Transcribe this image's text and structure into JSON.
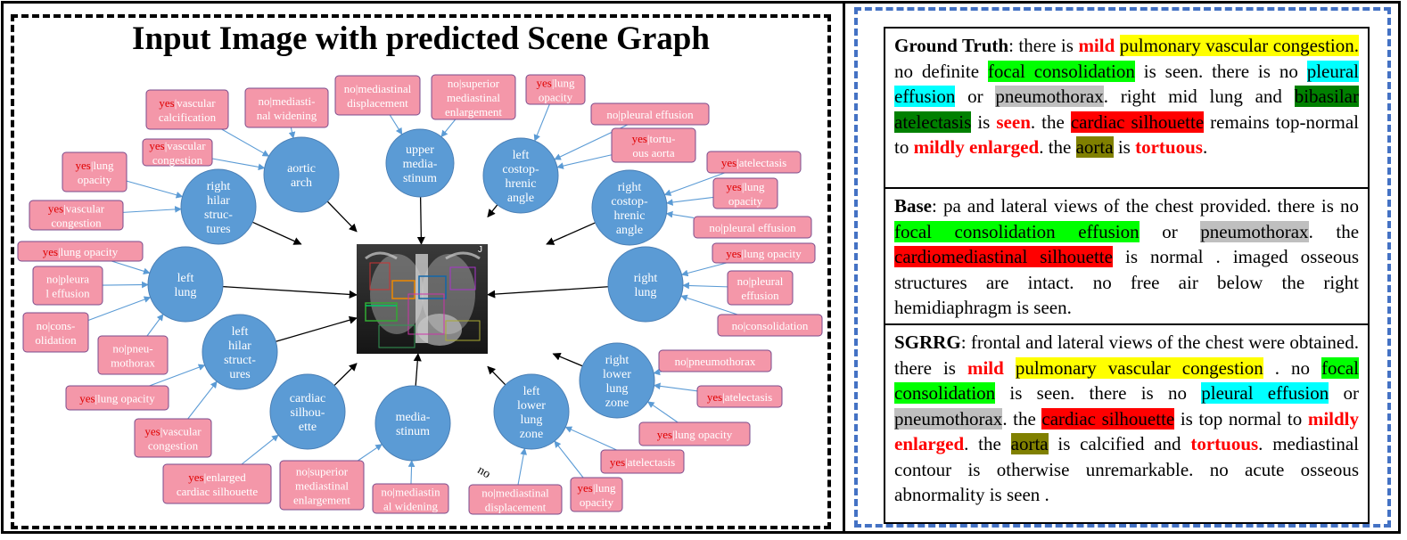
{
  "title": "Input Image with predicted Scene Graph",
  "colors": {
    "node": "#5b9bd5",
    "attr_box": "#f497a9",
    "attr_border": "#7a4b8c",
    "yes_text": "#e00000",
    "frame_blue": "#4472c4"
  },
  "image_node": {
    "icon": "chest-xray-image"
  },
  "nodes": [
    {
      "id": "aortic-arch",
      "lines": [
        "aortic",
        "arch"
      ]
    },
    {
      "id": "upper-mediastinum",
      "lines": [
        "upper",
        "media-",
        "stinum"
      ]
    },
    {
      "id": "left-costophrenic-angle",
      "lines": [
        "left",
        "costop-",
        "hrenic",
        "angle"
      ]
    },
    {
      "id": "right-hilar-structures",
      "lines": [
        "right",
        "hilar",
        "struc-",
        "tures"
      ]
    },
    {
      "id": "right-costophrenic-angle",
      "lines": [
        "right",
        "costop-",
        "hrenic",
        "angle"
      ]
    },
    {
      "id": "left-lung",
      "lines": [
        "left",
        "lung"
      ]
    },
    {
      "id": "right-lung",
      "lines": [
        "right",
        "lung"
      ]
    },
    {
      "id": "left-hilar-structures",
      "lines": [
        "left",
        "hilar",
        "struct-",
        "ures"
      ]
    },
    {
      "id": "right-lower-lung-zone",
      "lines": [
        "right",
        "lower",
        "lung",
        "zone"
      ]
    },
    {
      "id": "cardiac-silhouette",
      "lines": [
        "cardiac",
        "silhou-",
        "ette"
      ]
    },
    {
      "id": "mediastinum",
      "lines": [
        "media-",
        "stinum"
      ]
    },
    {
      "id": "left-lower-lung-zone",
      "lines": [
        "left",
        "lower",
        "lung",
        "zone"
      ]
    }
  ],
  "attributes": [
    {
      "prefix": "yes",
      "lines": [
        "vascular",
        "calcification"
      ]
    },
    {
      "prefix": "no",
      "lines": [
        "mediasti-",
        "nal widening"
      ]
    },
    {
      "prefix": "no",
      "lines": [
        "mediastinal",
        "displacement"
      ]
    },
    {
      "prefix": "no",
      "lines": [
        "superior",
        "mediastinal",
        "enlargement"
      ]
    },
    {
      "prefix": "yes",
      "lines": [
        "lung",
        "opacity"
      ]
    },
    {
      "prefix": "no",
      "lines": [
        "pleural effusion"
      ]
    },
    {
      "prefix": "yes",
      "lines": [
        "tortu-",
        "ous aorta"
      ]
    },
    {
      "prefix": "yes",
      "lines": [
        "vascular",
        "congestion"
      ]
    },
    {
      "prefix": "yes",
      "lines": [
        "lung",
        "opacity"
      ]
    },
    {
      "prefix": "yes",
      "lines": [
        "atelectasis"
      ]
    },
    {
      "prefix": "yes",
      "lines": [
        "vascular",
        "congestion"
      ]
    },
    {
      "prefix": "yes",
      "lines": [
        "lung",
        "opacity"
      ]
    },
    {
      "prefix": "no",
      "lines": [
        "pleural effusion"
      ]
    },
    {
      "prefix": "yes",
      "lines": [
        "lung opacity"
      ]
    },
    {
      "prefix": "yes",
      "lines": [
        "lung opacity"
      ]
    },
    {
      "prefix": "no",
      "lines": [
        "pleura",
        "l effusion"
      ]
    },
    {
      "prefix": "no",
      "lines": [
        "pleural",
        "effusion"
      ]
    },
    {
      "prefix": "no",
      "lines": [
        "cons-",
        "olidation"
      ]
    },
    {
      "prefix": "no",
      "lines": [
        "consolidation"
      ]
    },
    {
      "prefix": "no",
      "lines": [
        "pneu-",
        "mothorax"
      ]
    },
    {
      "prefix": "no",
      "lines": [
        "pneumothorax"
      ]
    },
    {
      "prefix": "yes",
      "lines": [
        "lung opacity"
      ]
    },
    {
      "prefix": "yes",
      "lines": [
        "atelectasis"
      ]
    },
    {
      "prefix": "yes",
      "lines": [
        "vascular",
        "congestion"
      ]
    },
    {
      "prefix": "yes",
      "lines": [
        "lung opacity"
      ]
    },
    {
      "prefix": "yes",
      "lines": [
        "atelectasis"
      ]
    },
    {
      "prefix": "yes",
      "lines": [
        "enlarged",
        "cardiac silhouette"
      ]
    },
    {
      "prefix": "no",
      "lines": [
        "superior",
        "mediastinal",
        "enlargement"
      ]
    },
    {
      "prefix": "no",
      "lines": [
        "mediastin",
        "al widening"
      ]
    },
    {
      "prefix": "no",
      "lines": [
        "mediastinal",
        "displacement"
      ]
    },
    {
      "prefix": "yes",
      "lines": [
        "lung",
        "opacity"
      ]
    }
  ],
  "stray_label": "no",
  "reports": {
    "ground_truth": {
      "label": "Ground Truth",
      "t1": ": there is ",
      "mild": "mild",
      "pvc": "pulmonary vascular congestion.",
      "t2": " no definite ",
      "fc": "focal consolidation",
      "t3": " is seen. there is no ",
      "pe": "pleural effusion",
      "t4": " or ",
      "ptx": "pneumothorax",
      "t5": ". right mid lung and ",
      "ba": "bibasilar atelectasis",
      "t6": " is ",
      "seen": "seen",
      "t7": ". the ",
      "cs": "cardiac silhouette",
      "t8": " remains top-normal to ",
      "me": "mildly enlarged",
      "t9": ". the ",
      "aorta": "aorta",
      "t10": " is ",
      "tort": "tortuous",
      "t11": "."
    },
    "base": {
      "label": "Base",
      "t1": ": pa and lateral views of the chest provided. there is no ",
      "fce": "focal consolidation effusion",
      "t2": " or ",
      "ptx": "pneumothorax",
      "t3": ". the ",
      "cms": "cardiomediastinal silhouette",
      "t4": " is normal . imaged osseous structures are intact. no free air below the right hemidiaphragm is seen."
    },
    "sgrrg": {
      "label": "SGRRG",
      "t1": ": frontal and lateral views of the chest were obtained. there is ",
      "mild": "mild",
      "pvc": "pulmonary vascular congestion",
      "t2": " . no ",
      "fc": "focal consolidation",
      "t3": " is seen. there is no ",
      "pe": "pleural effusion",
      "t4": " or ",
      "ptx": "pneumothorax",
      "t5": ". the ",
      "cs": "cardiac silhouette",
      "t6": " is top normal to ",
      "me": "mildly enlarged",
      "t7": ". the ",
      "aorta": "aorta",
      "t8": " is calcified and ",
      "tort": "tortuous",
      "t9": ". mediastinal contour is otherwise unremarkable. no acute osseous abnormality is seen ."
    }
  }
}
